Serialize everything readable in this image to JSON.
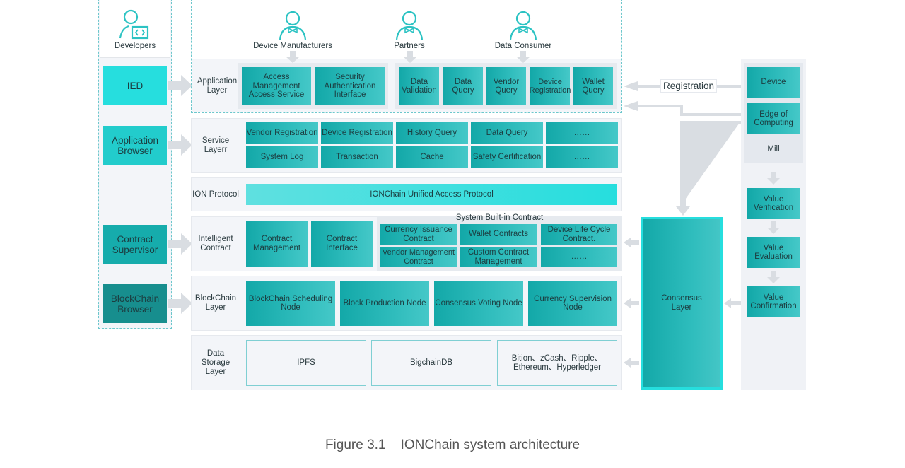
{
  "actors": {
    "developers": "Developers",
    "device_manufacturers": "Device Manufacturers",
    "partners": "Partners",
    "data_consumer": "Data Consumer"
  },
  "left_tools": [
    {
      "label": "IED",
      "color": "#26dede"
    },
    {
      "label": "Application Browser",
      "color": "#22cccc"
    },
    {
      "label": "Contract Supervisor",
      "color": "#16acac"
    },
    {
      "label": "BlockChain Browser",
      "color": "#178e8e"
    }
  ],
  "layers": {
    "application": {
      "label": "Application Layer",
      "group1": [
        "Access Management Access Service",
        "Security Authentication Interface"
      ],
      "group2": [
        "Data Validation",
        "Data Query",
        "Vendor Query",
        "Device Registration",
        "Wallet Query"
      ]
    },
    "service": {
      "label": "Service Layerr",
      "row1": [
        "Vendor Registration",
        "Device Registration",
        "History Query",
        "Data Query",
        "……"
      ],
      "row2": [
        "System Log",
        "Transaction",
        "Cache",
        "Safety Certification",
        "……"
      ]
    },
    "ion_protocol": {
      "label": "ION Protocol",
      "bar": "IONChain Unified Access Protocol"
    },
    "intelligent_contract": {
      "label": "Intelligent Contract",
      "items": [
        "Contract Management",
        "Contract Interface"
      ],
      "builtin_title": "System Built-in Contract",
      "builtin_row1": [
        "Currency Issuance Contract",
        "Wallet Contracts",
        "Device Life Cycle Contract."
      ],
      "builtin_row2": [
        "Vendor Management Contract",
        "Custom Contract Management",
        "……"
      ]
    },
    "blockchain": {
      "label": "BlockChain Layer",
      "items": [
        "BlockChain Scheduling Node",
        "Block Production Node",
        "Consensus Voting Node",
        "Currency Supervision Node"
      ]
    },
    "data_storage": {
      "label": "Data Storage Layer",
      "items": [
        "IPFS",
        "BigchainDB",
        "Bition、zCash、Ripple、Ethereum、Hyperledger"
      ]
    }
  },
  "consensus": {
    "label": "Consensus Layer"
  },
  "registration_label": "Registration",
  "right_column": {
    "device": "Device",
    "edge": "Edge of Computing",
    "mill": "Mill",
    "value_steps": [
      "Value Verification",
      "Value Evaluation",
      "Value Confirmation"
    ]
  },
  "caption": "Figure 3.1    IONChain system architecture",
  "colors": {
    "teal": "#13a8a8",
    "cyan": "#26dede",
    "panel": "#f3f5f9",
    "arrow": "#d9dde2",
    "dash": "#6cc7cc"
  }
}
